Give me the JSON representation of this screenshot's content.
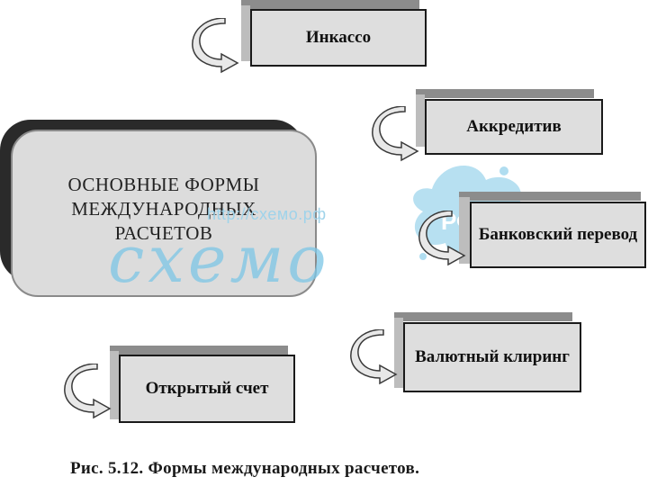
{
  "diagram": {
    "center_label": "ОСНОВНЫЕ ФОРМЫ МЕЖДУНАРОДНЫХ РАСЧЕТОВ",
    "methods": [
      {
        "label": "Инкассо"
      },
      {
        "label": "Аккредитив"
      },
      {
        "label": "Банковский перевод"
      },
      {
        "label": "Валютный клиринг"
      },
      {
        "label": "Открытый счет"
      }
    ],
    "caption": "Рис. 5.12. Формы международных расчетов."
  },
  "watermark": {
    "url": "http://схемо.рф",
    "word": "схемо",
    "badge": "РФ"
  },
  "colors": {
    "box_fill": "#dedede",
    "center_fill": "#dcdcdc",
    "watermark": "#7cc6e6"
  }
}
